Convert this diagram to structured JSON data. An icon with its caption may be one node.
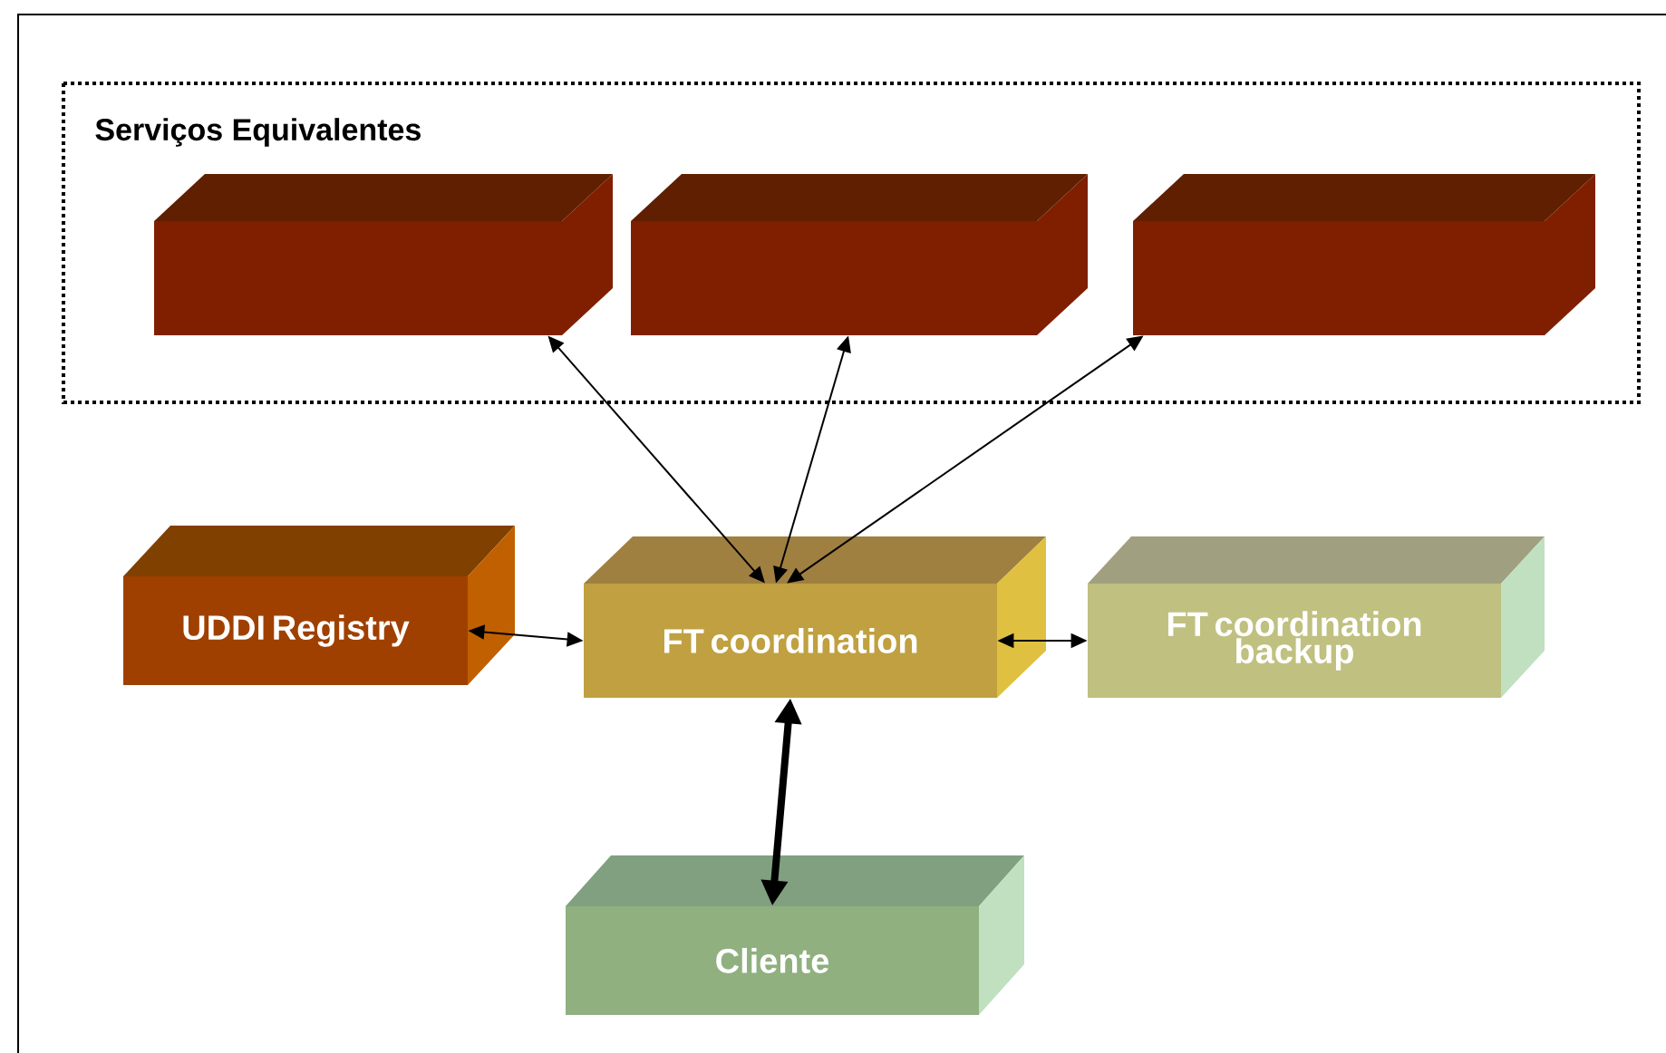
{
  "diagram": {
    "nodes": [
      {
        "text": [
          "Serviços Equivalentes"
        ]
      },
      {
        "text": [],
        "shape": "box",
        "in": 0
      },
      {
        "text": [],
        "shape": "box",
        "in": 0
      },
      {
        "text": [],
        "shape": "box",
        "in": 0
      },
      {
        "text": [
          "UDDI Registry"
        ]
      },
      {
        "text": [
          "FT coordination"
        ]
      },
      {
        "text": [
          "FT coordination backup"
        ]
      },
      {
        "text": [
          "Cliente"
        ]
      }
    ],
    "edges": [
      {
        "from": 5,
        "to": 1,
        "arrow": "both"
      },
      {
        "from": 5,
        "to": 2,
        "arrow": "both"
      },
      {
        "from": 5,
        "to": 3,
        "arrow": "both"
      },
      {
        "from": 4,
        "to": 5,
        "arrow": "both"
      },
      {
        "from": 5,
        "to": 6,
        "arrow": "both"
      },
      {
        "from": 5,
        "to": 7,
        "arrow": "both",
        "style": "thick"
      }
    ]
  }
}
